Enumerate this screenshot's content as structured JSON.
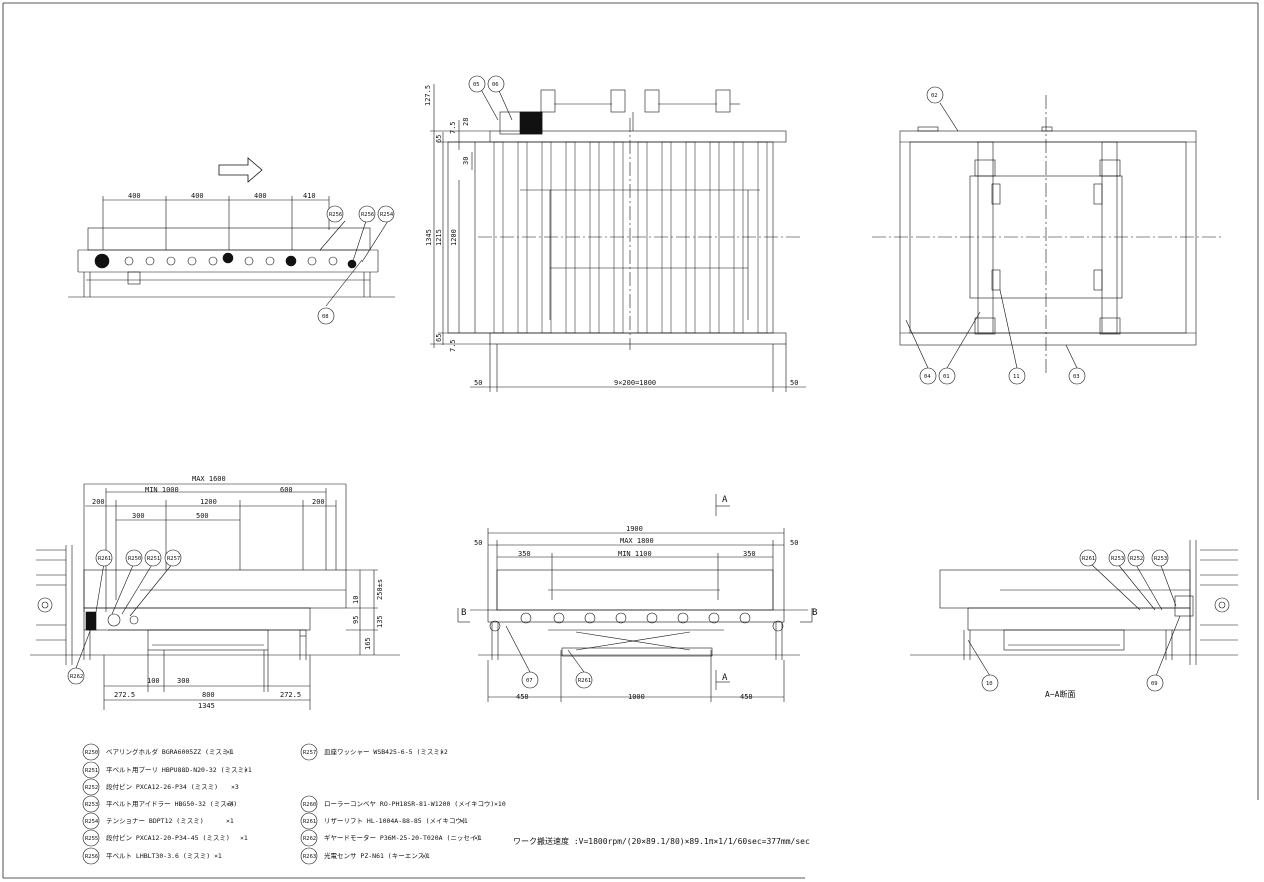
{
  "direction_arrow": "right-arrow-icon",
  "view_top_left": {
    "dims_top": [
      "400",
      "400",
      "400",
      "410"
    ],
    "balloons": [
      "R256",
      "R256",
      "R254"
    ],
    "balloon_bottom": "08"
  },
  "view_top_center": {
    "balloons": [
      "05",
      "06"
    ],
    "dims_left": [
      "127.5",
      "65",
      "7.5",
      "28",
      "30",
      "1345",
      "1215",
      "1200",
      "65",
      "7.5"
    ],
    "dims_bottom": [
      "50",
      "9×200=1800",
      "50"
    ]
  },
  "view_top_right": {
    "balloons": [
      "02",
      "04",
      "01",
      "11",
      "03"
    ]
  },
  "view_bottom_left": {
    "dims_top": [
      "MAX 1600",
      "MIN 1000",
      "200",
      "1200",
      "600",
      "200",
      "300",
      "500"
    ],
    "balloons": [
      "R261",
      "R250",
      "R251",
      "R257",
      "R262"
    ],
    "dims_right": [
      "250±s",
      "10",
      "95",
      "135",
      "165"
    ],
    "dims_bottom": [
      "100",
      "300",
      "800",
      "272.5",
      "272.5",
      "1345"
    ]
  },
  "view_bottom_center": {
    "section_marks": [
      "A",
      "A",
      "B",
      "B"
    ],
    "dims_top": [
      "1900",
      "50",
      "MAX 1800",
      "50",
      "350",
      "MIN 1100",
      "350"
    ],
    "balloons": [
      "07",
      "R261"
    ],
    "dims_bottom": [
      "450",
      "1000",
      "450"
    ]
  },
  "view_bottom_right": {
    "balloons": [
      "R261",
      "R253",
      "R252",
      "R253",
      "10",
      "09"
    ],
    "caption": "A−A断面"
  },
  "parts_left": [
    {
      "no": "R250",
      "text": "ベアリングホルダ BGRA6005ZZ (ミスミ)",
      "qty": "×1"
    },
    {
      "no": "R251",
      "text": "平ベルト用プーリ HBPU88D-N20-32 (ミスミ)",
      "qty": "×1"
    },
    {
      "no": "R252",
      "text": "段付ピン PXCA12-26-P34 (ミスミ)",
      "qty": "×3"
    },
    {
      "no": "R253",
      "text": "平ベルト用アイドラー HBG50-32 (ミスミ)",
      "qty": "×4"
    },
    {
      "no": "R254",
      "text": "テンショナー BDPT12 (ミスミ)",
      "qty": "×1"
    },
    {
      "no": "R255",
      "text": "段付ピン PXCA12-20-P34-45 (ミスミ)",
      "qty": "×1"
    },
    {
      "no": "R256",
      "text": "平ベルト LHBLT30-3.6 (ミスミ)",
      "qty": "×1"
    }
  ],
  "parts_right": [
    {
      "no": "R257",
      "text": "皿座ワッシャー WSB425-6-5 (ミスミ)",
      "qty": "×2"
    },
    {
      "no": "R260",
      "text": "ローラーコンベヤ RO-PH18SR-81-W1200 (メイキコウ)",
      "qty": "×10"
    },
    {
      "no": "R261",
      "text": "リザーリフト HL-1004A-88-85 (メイキコウ)",
      "qty": "×1"
    },
    {
      "no": "R262",
      "text": "ギヤードモーター P36M-25-20-T020A (ニッセイ)",
      "qty": "×1"
    },
    {
      "no": "R263",
      "text": "光電センサ PZ-N61 (キーエンス)",
      "qty": "×1"
    }
  ],
  "speed_note": "ワーク搬送速度 :V=1800rpm/(20×89.1/80)×89.1π×1/1/60sec=377mm/sec"
}
